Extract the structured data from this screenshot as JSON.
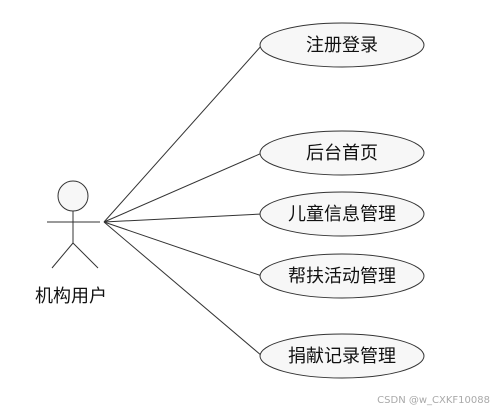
{
  "diagram": {
    "actor": {
      "name": "机构用户"
    },
    "use_cases": [
      {
        "label": "注册登录"
      },
      {
        "label": "后台首页"
      },
      {
        "label": "儿童信息管理"
      },
      {
        "label": "帮扶活动管理"
      },
      {
        "label": "捐献记录管理"
      }
    ]
  },
  "watermark": "CSDN @w_CXKF10088",
  "colors": {
    "stroke": "#333333",
    "fill": "#f7f7f7",
    "text": "#111111"
  }
}
